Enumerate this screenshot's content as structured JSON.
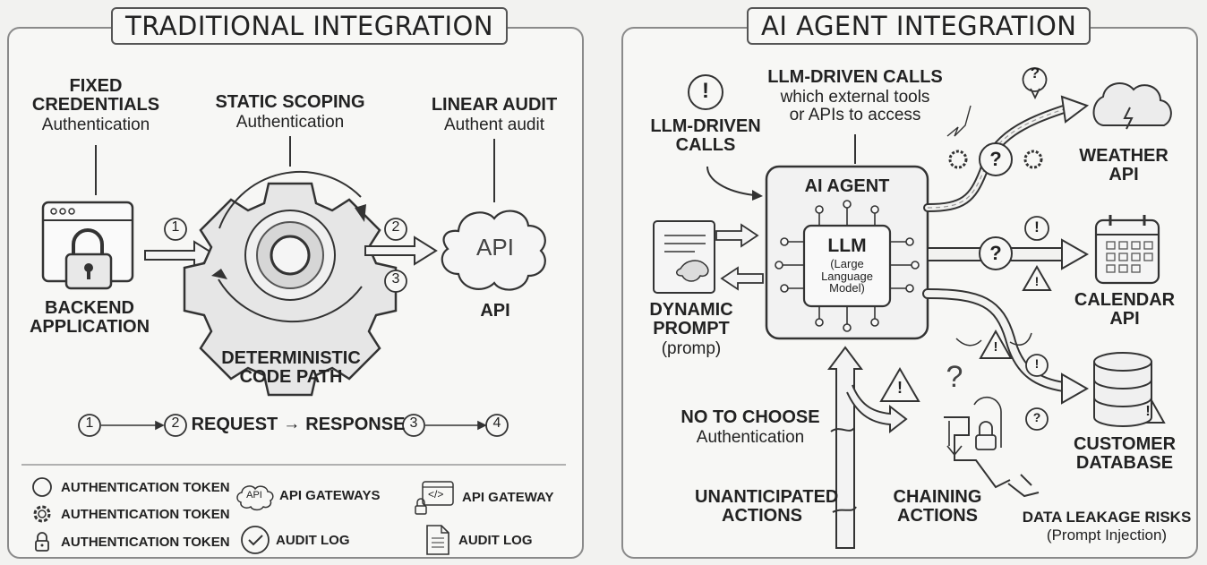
{
  "left": {
    "title": "TRADITIONAL INTEGRATION",
    "fixed_credentials": {
      "title1": "FIXED",
      "title2": "CREDENTIALS",
      "sub": "Authentication"
    },
    "static_scoping": {
      "title": "STATIC SCOPING",
      "sub": "Authentication"
    },
    "linear_audit": {
      "title": "LINEAR AUDIT",
      "sub": "Authent audit"
    },
    "backend": {
      "line1": "BACKEND",
      "line2": "APPLICATION"
    },
    "api_cloud_text": "API",
    "api_label": "API",
    "deterministic": {
      "line1": "DETERMINISTIC",
      "line2": "CODE PATH"
    },
    "steps": {
      "s1": "1",
      "s2": "2",
      "s3": "3",
      "s4": "4"
    },
    "flow": {
      "request": "REQUEST",
      "arrow": "→",
      "response": "RESPONSE"
    },
    "legend": [
      {
        "icon": "circle-icon",
        "label": "AUTHENTICATION TOKEN"
      },
      {
        "icon": "gear-icon",
        "label": "AUTHENTICATION TOKEN"
      },
      {
        "icon": "lock-icon",
        "label": "AUTHENTICATION TOKEN"
      },
      {
        "icon": "api-cloud-icon",
        "label": "API GATEWAYS",
        "icon_text": "API"
      },
      {
        "icon": "check-icon",
        "label": "AUDIT LOG"
      },
      {
        "icon": "code-window-icon",
        "label": "API GATEWAY",
        "icon_text": "</>"
      },
      {
        "icon": "document-icon",
        "label": "AUDIT LOG"
      }
    ]
  },
  "right": {
    "title": "AI AGENT INTEGRATION",
    "llm_calls_top": {
      "title": "LLM-DRIVEN CALLS",
      "sub1": "which external tools",
      "sub2": "or APIs to access"
    },
    "llm_calls_left": {
      "line1": "LLM-DRIVEN",
      "line2": "CALLS"
    },
    "agent": {
      "title": "AI AGENT",
      "llm": "LLM",
      "sub1": "(Large",
      "sub2": "Language",
      "sub3": "Model)"
    },
    "dynamic_prompt": {
      "line1": "DYNAMIC",
      "line2": "PROMPT",
      "sub": "(promp)"
    },
    "weather": {
      "line1": "WEATHER",
      "line2": "API"
    },
    "calendar": {
      "line1": "CALENDAR",
      "line2": "API"
    },
    "customer_db": {
      "line1": "CUSTOMER",
      "line2": "DATABASE"
    },
    "no_to_choose": {
      "title": "NO TO CHOOSE",
      "sub": "Authentication"
    },
    "unanticipated": {
      "line1": "UNANTICIPATED",
      "line2": "ACTIONS"
    },
    "chaining": {
      "line1": "CHAINING",
      "line2": "ACTIONS"
    },
    "leakage": {
      "title": "DATA LEAKAGE RISKS",
      "sub": "(Prompt Injection)"
    },
    "glyphs": {
      "exclaim": "!",
      "question": "?"
    }
  }
}
